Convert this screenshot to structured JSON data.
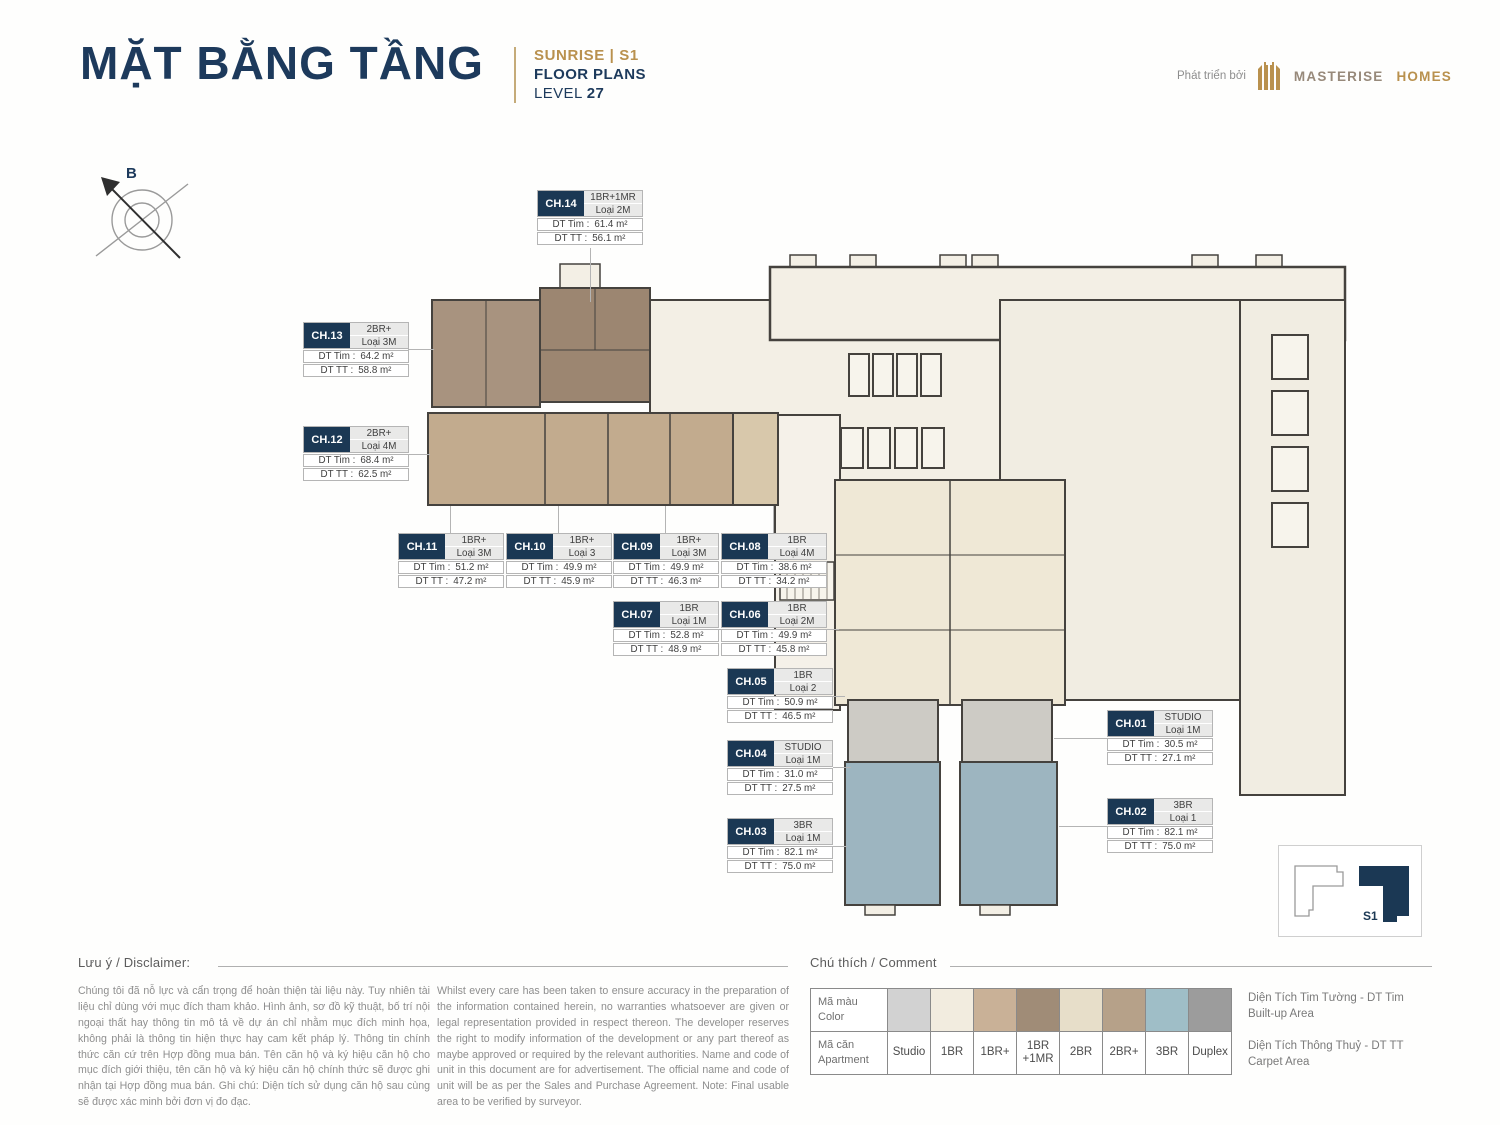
{
  "header": {
    "title": "MẶT BẰNG TẦNG",
    "project": "SUNRISE  |  S1",
    "floor_plans_label": "FLOOR PLANS",
    "level_label": "LEVEL",
    "level_value": "27",
    "developer_prefix": "Phát triển bởi",
    "developer_name_1": "MASTERISE",
    "developer_name_2": "HOMES"
  },
  "compass": {
    "north_label": "B"
  },
  "labels": {
    "dt_tim": "DT Tim :",
    "dt_tt": "DT TT :"
  },
  "units": [
    {
      "id": "CH.01",
      "type": "STUDIO",
      "variant": "Loại 1M",
      "dt_tim": "30.5 m²",
      "dt_tt": "27.1 m²"
    },
    {
      "id": "CH.02",
      "type": "3BR",
      "variant": "Loại 1",
      "dt_tim": "82.1 m²",
      "dt_tt": "75.0 m²"
    },
    {
      "id": "CH.03",
      "type": "3BR",
      "variant": "Loại 1M",
      "dt_tim": "82.1 m²",
      "dt_tt": "75.0 m²"
    },
    {
      "id": "CH.04",
      "type": "STUDIO",
      "variant": "Loại 1M",
      "dt_tim": "31.0 m²",
      "dt_tt": "27.5 m²"
    },
    {
      "id": "CH.05",
      "type": "1BR",
      "variant": "Loại 2",
      "dt_tim": "50.9 m²",
      "dt_tt": "46.5 m²"
    },
    {
      "id": "CH.06",
      "type": "1BR",
      "variant": "Loại 2M",
      "dt_tim": "49.9 m²",
      "dt_tt": "45.8 m²"
    },
    {
      "id": "CH.07",
      "type": "1BR",
      "variant": "Loại 1M",
      "dt_tim": "52.8 m²",
      "dt_tt": "48.9 m²"
    },
    {
      "id": "CH.08",
      "type": "1BR",
      "variant": "Loại 4M",
      "dt_tim": "38.6 m²",
      "dt_tt": "34.2 m²"
    },
    {
      "id": "CH.09",
      "type": "1BR+",
      "variant": "Loại 3M",
      "dt_tim": "49.9 m²",
      "dt_tt": "46.3 m²"
    },
    {
      "id": "CH.10",
      "type": "1BR+",
      "variant": "Loại 3",
      "dt_tim": "49.9 m²",
      "dt_tt": "45.9 m²"
    },
    {
      "id": "CH.11",
      "type": "1BR+",
      "variant": "Loại 3M",
      "dt_tim": "51.2 m²",
      "dt_tt": "47.2 m²"
    },
    {
      "id": "CH.12",
      "type": "2BR+",
      "variant": "Loại 4M",
      "dt_tim": "68.4 m²",
      "dt_tt": "62.5 m²"
    },
    {
      "id": "CH.13",
      "type": "2BR+",
      "variant": "Loại 3M",
      "dt_tim": "64.2 m²",
      "dt_tt": "58.8 m²"
    },
    {
      "id": "CH.14",
      "type": "1BR+1MR",
      "variant": "Loại 2M",
      "dt_tim": "61.4 m²",
      "dt_tt": "56.1 m²"
    }
  ],
  "disclaimer": {
    "title": "Lưu ý / Disclaimer:",
    "vietnamese": "Chúng tôi đã nỗ lực và cẩn trọng để hoàn thiện tài liệu này. Tuy nhiên tài liệu chỉ dùng với mục đích tham khảo. Hình ảnh, sơ đồ kỹ thuật, bố trí nội ngoại thất hay thông tin mô tả về dự án chỉ nhằm mục đích minh họa, không phải là thông tin hiện thực hay cam kết pháp lý. Thông tin chính thức căn cứ trên Hợp đồng mua bán. Tên căn hộ và ký hiệu căn hộ cho mục đích giới thiệu, tên căn hộ và ký hiệu căn hộ chính thức sẽ được ghi nhận tại Hợp đồng mua bán. Ghi chú: Diện tích sử dụng căn hộ sau cùng sẽ được xác minh bởi đơn vị đo đạc.",
    "english": "Whilst every care has been taken to ensure accuracy in the preparation of the information contained herein, no warranties whatsoever are given or legal representation provided in respect thereon. The developer reserves the right to modify information of the development or any part thereof as maybe approved or required by the relevant authorities. Name and code of unit in this document are for advertisement. The official name and code of unit will be as per the Sales and Purchase Agreement. Note: Final usable area to be verified by surveyor."
  },
  "legend": {
    "title": "Chú thích / Comment",
    "color_row_label_vi": "Mã màu",
    "color_row_label_en": "Color",
    "apartment_row_label_vi": "Mã căn",
    "apartment_row_label_en": "Apartment",
    "types": [
      {
        "label": "Studio",
        "color": "#d2d2d2"
      },
      {
        "label": "1BR",
        "color": "#f2ecdf"
      },
      {
        "label": "1BR+",
        "color": "#c9b197"
      },
      {
        "label": "1BR +1MR",
        "color": "#a08c77"
      },
      {
        "label": "2BR",
        "color": "#e7dec9"
      },
      {
        "label": "2BR+",
        "color": "#b6a189"
      },
      {
        "label": "3BR",
        "color": "#9fbec7"
      },
      {
        "label": "Duplex",
        "color": "#9c9c9c"
      }
    ]
  },
  "area_notes": [
    {
      "vi": "Diện Tích Tim Tường - DT Tim",
      "en": "Built-up Area"
    },
    {
      "vi": "Diện Tích Thông Thuỷ - DT TT",
      "en": "Carpet Area"
    }
  ],
  "keyplan": {
    "building_label": "S1"
  }
}
